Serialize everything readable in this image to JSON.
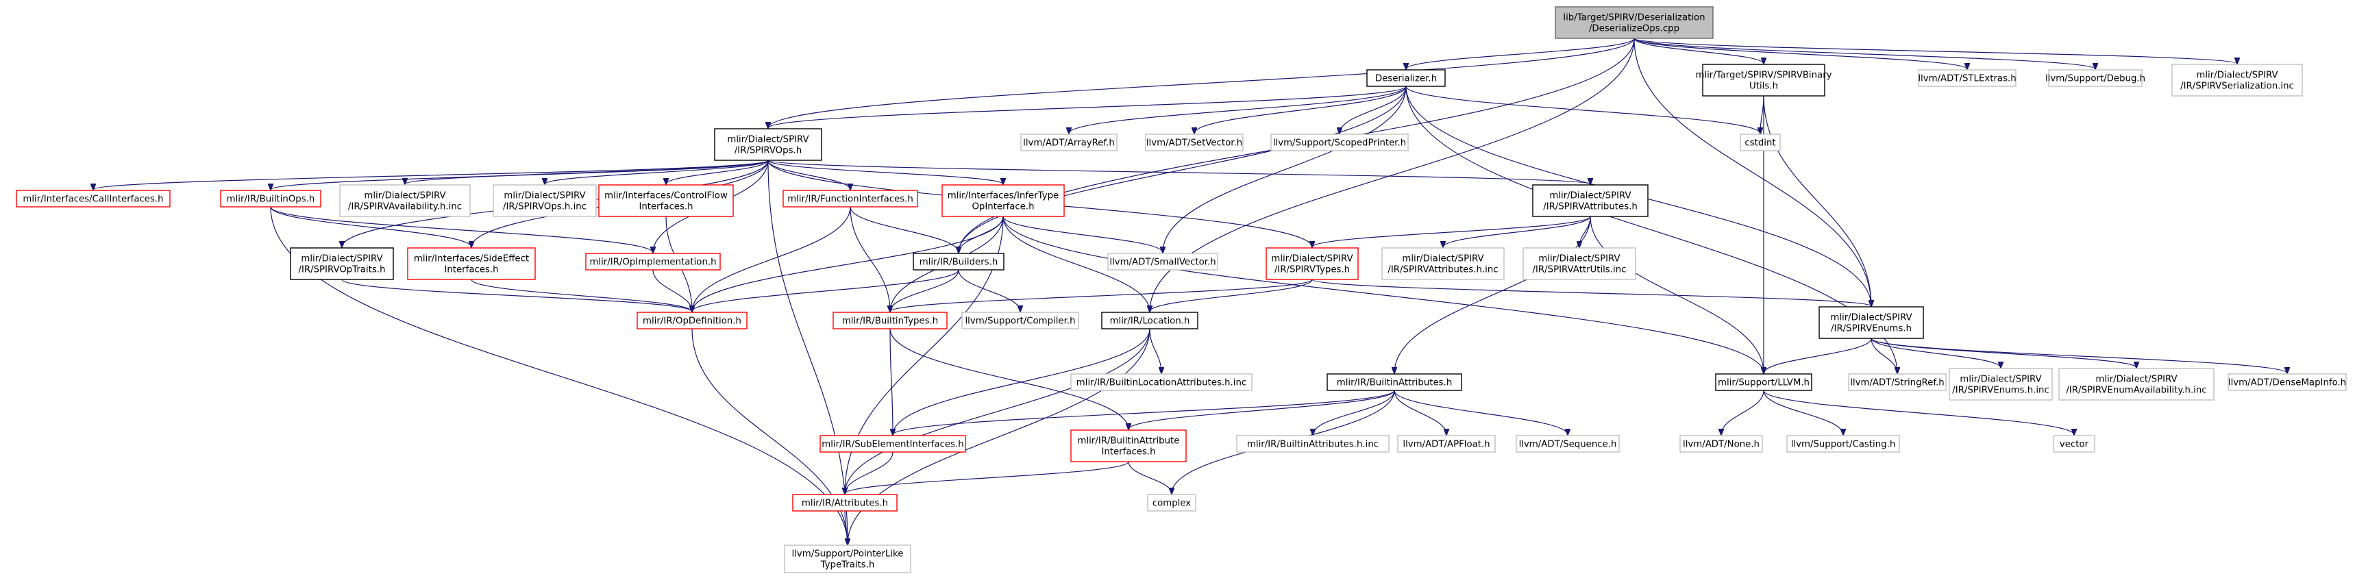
{
  "colors": {
    "background": "#ffffff",
    "edge": "#191970",
    "root_fill": "#bfbfbf",
    "documented_border": "#000000",
    "incomplete_border": "#ff0000",
    "external_border": "#bfbfbf"
  },
  "nodes": [
    {
      "id": "root",
      "kind": "root",
      "lines": [
        "lib/Target/SPIRV/Deserialization",
        "/DeserializeOps.cpp"
      ]
    },
    {
      "id": "deser",
      "kind": "doc",
      "lines": [
        "Deserializer.h"
      ]
    },
    {
      "id": "spirvbin",
      "kind": "doc",
      "lines": [
        "mlir/Target/SPIRV/SPIRVBinary",
        "Utils.h"
      ]
    },
    {
      "id": "stlextras",
      "kind": "ext",
      "lines": [
        "llvm/ADT/STLExtras.h"
      ]
    },
    {
      "id": "debug",
      "kind": "ext",
      "lines": [
        "llvm/Support/Debug.h"
      ]
    },
    {
      "id": "spirvser",
      "kind": "ext",
      "lines": [
        "mlir/Dialect/SPIRV",
        "/IR/SPIRVSerialization.inc"
      ]
    },
    {
      "id": "spirvops",
      "kind": "doc",
      "lines": [
        "mlir/Dialect/SPIRV",
        "/IR/SPIRVOps.h"
      ]
    },
    {
      "id": "arrayref",
      "kind": "ext",
      "lines": [
        "llvm/ADT/ArrayRef.h"
      ]
    },
    {
      "id": "setvector",
      "kind": "ext",
      "lines": [
        "llvm/ADT/SetVector.h"
      ]
    },
    {
      "id": "scopedprinter",
      "kind": "ext",
      "lines": [
        "llvm/Support/ScopedPrinter.h"
      ]
    },
    {
      "id": "cstdint",
      "kind": "ext",
      "lines": [
        "cstdint"
      ]
    },
    {
      "id": "callif",
      "kind": "red",
      "lines": [
        "mlir/Interfaces/CallInterfaces.h"
      ]
    },
    {
      "id": "builtinops",
      "kind": "red",
      "lines": [
        "mlir/IR/BuiltinOps.h"
      ]
    },
    {
      "id": "spirvavail",
      "kind": "ext",
      "lines": [
        "mlir/Dialect/SPIRV",
        "/IR/SPIRVAvailability.h.inc"
      ]
    },
    {
      "id": "spirvopsinc",
      "kind": "ext",
      "lines": [
        "mlir/Dialect/SPIRV",
        "/IR/SPIRVOps.h.inc"
      ]
    },
    {
      "id": "controlflow",
      "kind": "red",
      "lines": [
        "mlir/Interfaces/ControlFlow",
        "Interfaces.h"
      ]
    },
    {
      "id": "funcif",
      "kind": "red",
      "lines": [
        "mlir/IR/FunctionInterfaces.h"
      ]
    },
    {
      "id": "infertype",
      "kind": "red",
      "lines": [
        "mlir/Interfaces/InferType",
        "OpInterface.h"
      ]
    },
    {
      "id": "spirvattrs",
      "kind": "doc",
      "lines": [
        "mlir/Dialect/SPIRV",
        "/IR/SPIRVAttributes.h"
      ]
    },
    {
      "id": "spirvoptraits",
      "kind": "doc",
      "lines": [
        "mlir/Dialect/SPIRV",
        "/IR/SPIRVOpTraits.h"
      ]
    },
    {
      "id": "sideeffect",
      "kind": "red",
      "lines": [
        "mlir/Interfaces/SideEffect",
        "Interfaces.h"
      ]
    },
    {
      "id": "opimpl",
      "kind": "red",
      "lines": [
        "mlir/IR/OpImplementation.h"
      ]
    },
    {
      "id": "builders",
      "kind": "doc",
      "lines": [
        "mlir/IR/Builders.h"
      ]
    },
    {
      "id": "smallvector",
      "kind": "ext",
      "lines": [
        "llvm/ADT/SmallVector.h"
      ]
    },
    {
      "id": "spirvtypes",
      "kind": "red",
      "lines": [
        "mlir/Dialect/SPIRV",
        "/IR/SPIRVTypes.h"
      ]
    },
    {
      "id": "spirvattrsinc",
      "kind": "ext",
      "lines": [
        "mlir/Dialect/SPIRV",
        "/IR/SPIRVAttributes.h.inc"
      ]
    },
    {
      "id": "spirvattrutils",
      "kind": "ext",
      "lines": [
        "mlir/Dialect/SPIRV",
        "/IR/SPIRVAttrUtils.inc"
      ]
    },
    {
      "id": "opdef",
      "kind": "red",
      "lines": [
        "mlir/IR/OpDefinition.h"
      ]
    },
    {
      "id": "builtintypes",
      "kind": "red",
      "lines": [
        "mlir/IR/BuiltinTypes.h"
      ]
    },
    {
      "id": "compiler",
      "kind": "ext",
      "lines": [
        "llvm/Support/Compiler.h"
      ]
    },
    {
      "id": "location",
      "kind": "doc",
      "lines": [
        "mlir/IR/Location.h"
      ]
    },
    {
      "id": "spirvenums",
      "kind": "doc",
      "lines": [
        "mlir/Dialect/SPIRV",
        "/IR/SPIRVEnums.h"
      ]
    },
    {
      "id": "builtinlocinc",
      "kind": "ext",
      "lines": [
        "mlir/IR/BuiltinLocationAttributes.h.inc"
      ]
    },
    {
      "id": "builtinattrs",
      "kind": "doc",
      "lines": [
        "mlir/IR/BuiltinAttributes.h"
      ]
    },
    {
      "id": "llvmh",
      "kind": "doc",
      "lines": [
        "mlir/Support/LLVM.h"
      ]
    },
    {
      "id": "stringref",
      "kind": "ext",
      "lines": [
        "llvm/ADT/StringRef.h"
      ]
    },
    {
      "id": "spirvenumsinc",
      "kind": "ext",
      "lines": [
        "mlir/Dialect/SPIRV",
        "/IR/SPIRVEnums.h.inc"
      ]
    },
    {
      "id": "spirvenumavail",
      "kind": "ext",
      "lines": [
        "mlir/Dialect/SPIRV",
        "/IR/SPIRVEnumAvailability.h.inc"
      ]
    },
    {
      "id": "densemapinfo",
      "kind": "ext",
      "lines": [
        "llvm/ADT/DenseMapInfo.h"
      ]
    },
    {
      "id": "subelem",
      "kind": "red",
      "lines": [
        "mlir/IR/SubElementInterfaces.h"
      ]
    },
    {
      "id": "builtinattrif",
      "kind": "red",
      "lines": [
        "mlir/IR/BuiltinAttribute",
        "Interfaces.h"
      ]
    },
    {
      "id": "builtinattrsinc",
      "kind": "ext",
      "lines": [
        "mlir/IR/BuiltinAttributes.h.inc"
      ]
    },
    {
      "id": "apfloat",
      "kind": "ext",
      "lines": [
        "llvm/ADT/APFloat.h"
      ]
    },
    {
      "id": "sequence",
      "kind": "ext",
      "lines": [
        "llvm/ADT/Sequence.h"
      ]
    },
    {
      "id": "none",
      "kind": "ext",
      "lines": [
        "llvm/ADT/None.h"
      ]
    },
    {
      "id": "casting",
      "kind": "ext",
      "lines": [
        "llvm/Support/Casting.h"
      ]
    },
    {
      "id": "vector",
      "kind": "ext",
      "lines": [
        "vector"
      ]
    },
    {
      "id": "attributes",
      "kind": "red",
      "lines": [
        "mlir/IR/Attributes.h"
      ]
    },
    {
      "id": "complex",
      "kind": "ext",
      "lines": [
        "complex"
      ]
    },
    {
      "id": "pointerlike",
      "kind": "ext",
      "lines": [
        "llvm/Support/PointerLike",
        "TypeTraits.h"
      ]
    }
  ],
  "edges": [
    [
      "root",
      "deser"
    ],
    [
      "root",
      "spirvbin"
    ],
    [
      "root",
      "stlextras"
    ],
    [
      "root",
      "debug"
    ],
    [
      "root",
      "spirvser"
    ],
    [
      "root",
      "spirvops"
    ],
    [
      "root",
      "builders"
    ],
    [
      "root",
      "location"
    ],
    [
      "root",
      "spirvenums"
    ],
    [
      "deser",
      "spirvops"
    ],
    [
      "deser",
      "arrayref"
    ],
    [
      "deser",
      "setvector"
    ],
    [
      "deser",
      "scopedprinter"
    ],
    [
      "deser",
      "cstdint"
    ],
    [
      "deser",
      "builders"
    ],
    [
      "deser",
      "smallvector"
    ],
    [
      "deser",
      "spirvenums"
    ],
    [
      "deser",
      "stringref"
    ],
    [
      "spirvbin",
      "cstdint"
    ],
    [
      "spirvbin",
      "spirvenums"
    ],
    [
      "spirvbin",
      "llvmh"
    ],
    [
      "spirvops",
      "callif"
    ],
    [
      "spirvops",
      "builtinops"
    ],
    [
      "spirvops",
      "spirvavail"
    ],
    [
      "spirvops",
      "spirvopsinc"
    ],
    [
      "spirvops",
      "controlflow"
    ],
    [
      "spirvops",
      "funcif"
    ],
    [
      "spirvops",
      "infertype"
    ],
    [
      "spirvops",
      "spirvattrs"
    ],
    [
      "spirvops",
      "spirvoptraits"
    ],
    [
      "spirvops",
      "sideeffect"
    ],
    [
      "spirvops",
      "opimpl"
    ],
    [
      "spirvops",
      "spirvtypes"
    ],
    [
      "spirvops",
      "pointerlike"
    ],
    [
      "builtinops",
      "sideeffect"
    ],
    [
      "builtinops",
      "opimpl"
    ],
    [
      "builtinops",
      "pointerlike"
    ],
    [
      "controlflow",
      "opdef"
    ],
    [
      "funcif",
      "opdef"
    ],
    [
      "funcif",
      "builders"
    ],
    [
      "funcif",
      "builtintypes"
    ],
    [
      "infertype",
      "builders"
    ],
    [
      "infertype",
      "opdef"
    ],
    [
      "infertype",
      "builtintypes"
    ],
    [
      "infertype",
      "location"
    ],
    [
      "infertype",
      "smallvector"
    ],
    [
      "infertype",
      "attributes"
    ],
    [
      "infertype",
      "llvmh"
    ],
    [
      "spirvattrs",
      "spirvtypes"
    ],
    [
      "spirvattrs",
      "spirvattrsinc"
    ],
    [
      "spirvattrs",
      "spirvattrutils"
    ],
    [
      "spirvattrs",
      "builtinattrs"
    ],
    [
      "spirvattrs",
      "llvmh"
    ],
    [
      "spirvoptraits",
      "opdef"
    ],
    [
      "sideeffect",
      "opdef"
    ],
    [
      "opimpl",
      "opdef"
    ],
    [
      "builders",
      "opdef"
    ],
    [
      "builders",
      "builtintypes"
    ],
    [
      "builders",
      "compiler"
    ],
    [
      "spirvtypes",
      "builtintypes"
    ],
    [
      "spirvtypes",
      "location"
    ],
    [
      "spirvtypes",
      "spirvenums"
    ],
    [
      "opdef",
      "pointerlike"
    ],
    [
      "builtintypes",
      "subelem"
    ],
    [
      "builtintypes",
      "builtinattrif"
    ],
    [
      "location",
      "builtinlocinc"
    ],
    [
      "location",
      "subelem"
    ],
    [
      "location",
      "attributes"
    ],
    [
      "location",
      "pointerlike"
    ],
    [
      "spirvenums",
      "llvmh"
    ],
    [
      "spirvenums",
      "stringref"
    ],
    [
      "spirvenums",
      "spirvenumsinc"
    ],
    [
      "spirvenums",
      "spirvenumavail"
    ],
    [
      "spirvenums",
      "densemapinfo"
    ],
    [
      "builtinattrs",
      "subelem"
    ],
    [
      "builtinattrs",
      "builtinattrif"
    ],
    [
      "builtinattrs",
      "builtinattrsinc"
    ],
    [
      "builtinattrs",
      "apfloat"
    ],
    [
      "builtinattrs",
      "sequence"
    ],
    [
      "builtinattrs",
      "complex"
    ],
    [
      "llvmh",
      "none"
    ],
    [
      "llvmh",
      "casting"
    ],
    [
      "llvmh",
      "vector"
    ],
    [
      "subelem",
      "attributes"
    ],
    [
      "builtinattrif",
      "attributes"
    ],
    [
      "builtinattrif",
      "complex"
    ],
    [
      "attributes",
      "pointerlike"
    ]
  ]
}
